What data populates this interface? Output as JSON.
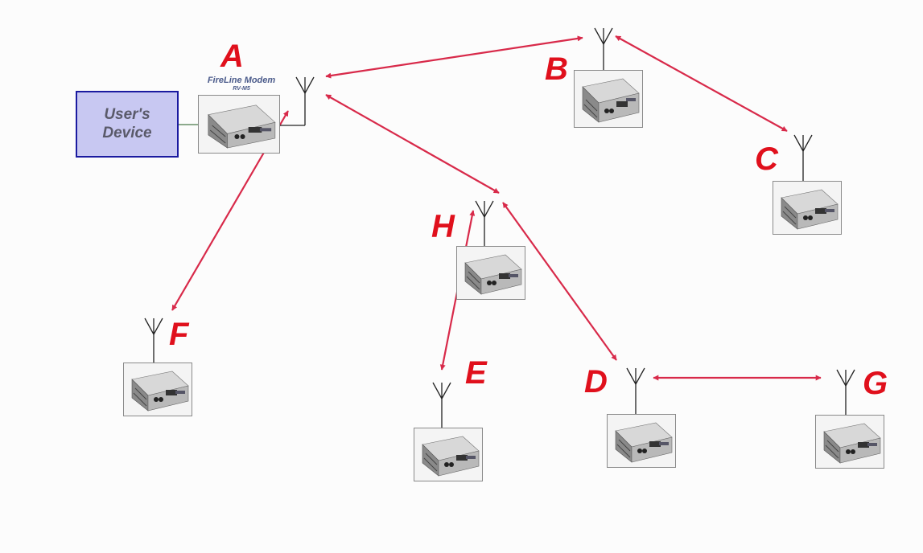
{
  "user_device": {
    "label": "User's\nDevice"
  },
  "modem_caption": {
    "title": "FireLine Modem",
    "model": "RV-M5"
  },
  "colors": {
    "link_arrow": "#d82a4a",
    "node_letter": "#e0101c",
    "device_border": "#1a1aa0",
    "device_fill": "#c8c8f2"
  },
  "nodes": [
    {
      "id": "A",
      "letter": "A"
    },
    {
      "id": "B",
      "letter": "B"
    },
    {
      "id": "C",
      "letter": "C"
    },
    {
      "id": "D",
      "letter": "D"
    },
    {
      "id": "E",
      "letter": "E"
    },
    {
      "id": "F",
      "letter": "F"
    },
    {
      "id": "G",
      "letter": "G"
    },
    {
      "id": "H",
      "letter": "H"
    }
  ],
  "links": [
    {
      "from": "A",
      "to": "B"
    },
    {
      "from": "B",
      "to": "C"
    },
    {
      "from": "A",
      "to": "H"
    },
    {
      "from": "A",
      "to": "F"
    },
    {
      "from": "H",
      "to": "E"
    },
    {
      "from": "H",
      "to": "D"
    },
    {
      "from": "D",
      "to": "G"
    }
  ]
}
